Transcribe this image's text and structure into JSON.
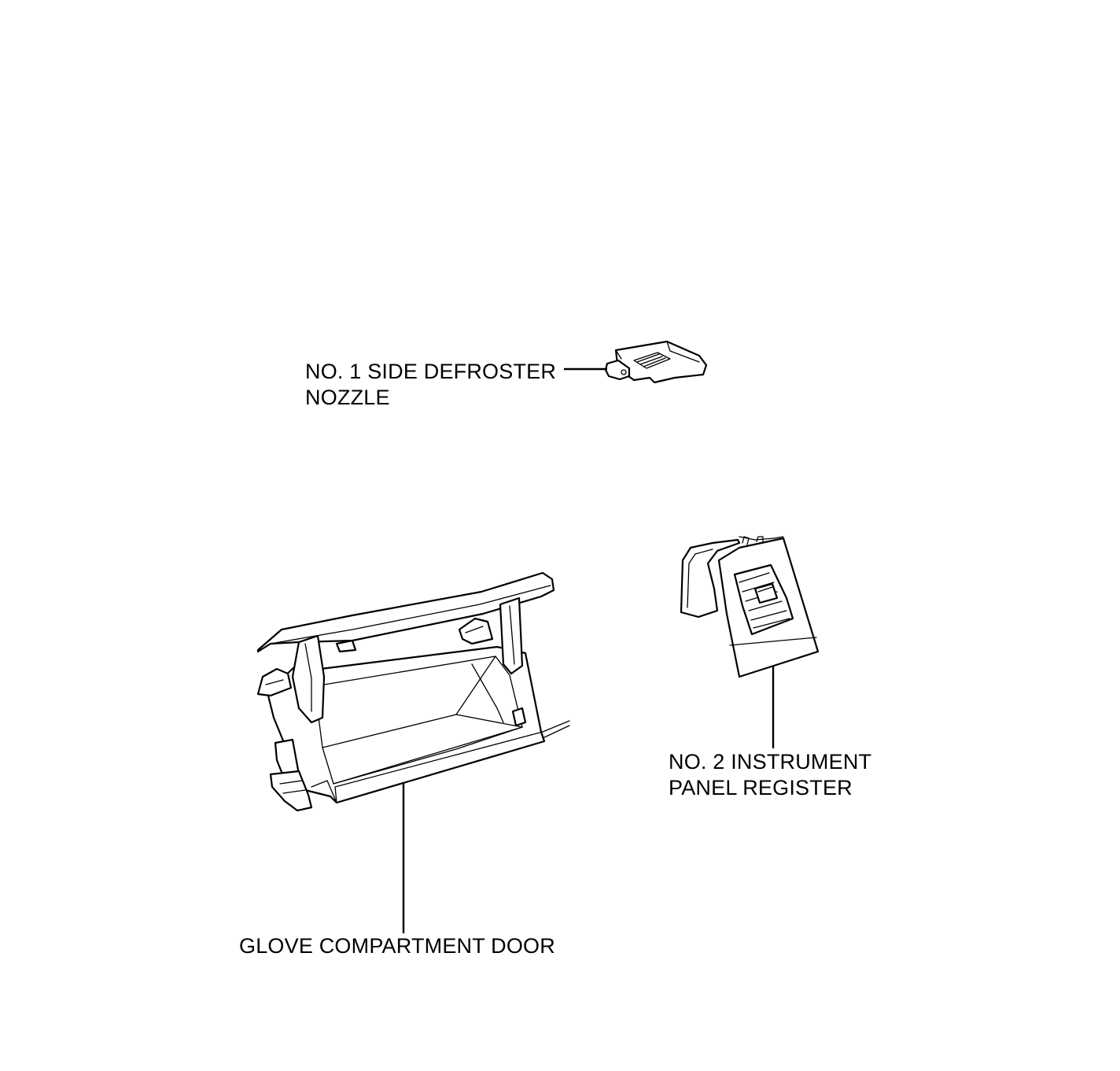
{
  "labels": {
    "side_defroster_nozzle": {
      "line1": "NO. 1 SIDE DEFROSTER",
      "line2": "NOZZLE"
    },
    "instrument_panel_register": {
      "line1": "NO. 2 INSTRUMENT",
      "line2": "PANEL REGISTER"
    },
    "glove_compartment_door": {
      "line1": "GLOVE COMPARTMENT DOOR"
    }
  },
  "colors": {
    "line": "#000000",
    "background": "#ffffff"
  }
}
